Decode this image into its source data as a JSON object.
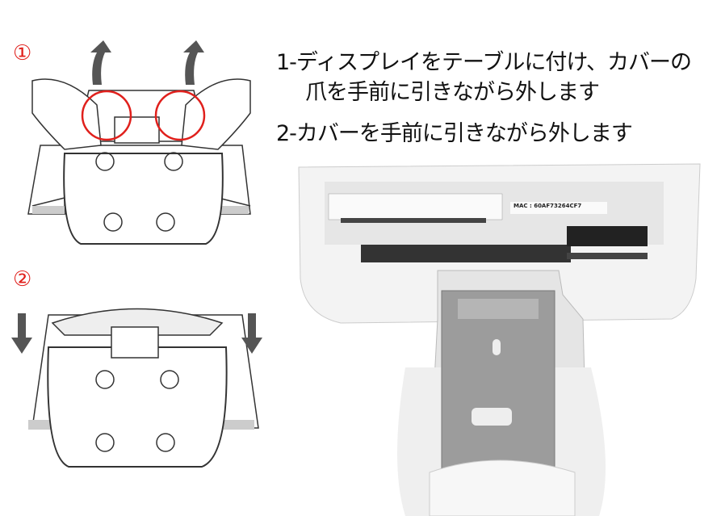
{
  "steps": {
    "step1_marker": "①",
    "step2_marker": "②"
  },
  "instructions": {
    "line1": "1-ディスプレイをテーブルに付け、カバーの",
    "line1_cont": "爪を手前に引きながら外します",
    "line2": "2-カバーを手前に引きながら外します"
  },
  "photo": {
    "mac_label": "MAC : 60AF73264CF7"
  },
  "colors": {
    "marker_red": "#e0201c",
    "arrow_gray": "#555555"
  }
}
